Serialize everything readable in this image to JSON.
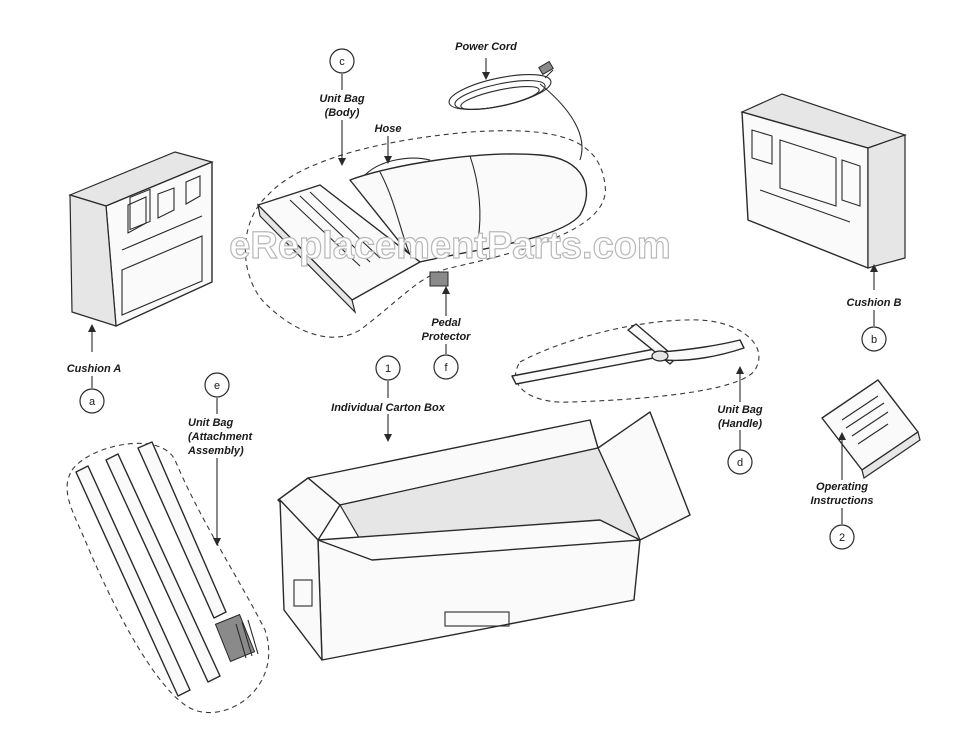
{
  "labels": {
    "power_cord": "Power Cord",
    "unit_bag_body_1": "Unit Bag",
    "unit_bag_body_2": "(Body)",
    "hose": "Hose",
    "cushion_a": "Cushion A",
    "cushion_b": "Cushion B",
    "pedal_protector_1": "Pedal",
    "pedal_protector_2": "Protector",
    "individual_carton_box": "Individual Carton Box",
    "unit_bag_attachment_1": "Unit Bag",
    "unit_bag_attachment_2": "(Attachment",
    "unit_bag_attachment_3": "Assembly)",
    "unit_bag_handle_1": "Unit Bag",
    "unit_bag_handle_2": "(Handle)",
    "operating_instructions_1": "Operating",
    "operating_instructions_2": "Instructions"
  },
  "callouts": {
    "c": "c",
    "a": "a",
    "b": "b",
    "f": "f",
    "one": "1",
    "e": "e",
    "d": "d",
    "two": "2"
  },
  "watermark": "eReplacementParts.com"
}
